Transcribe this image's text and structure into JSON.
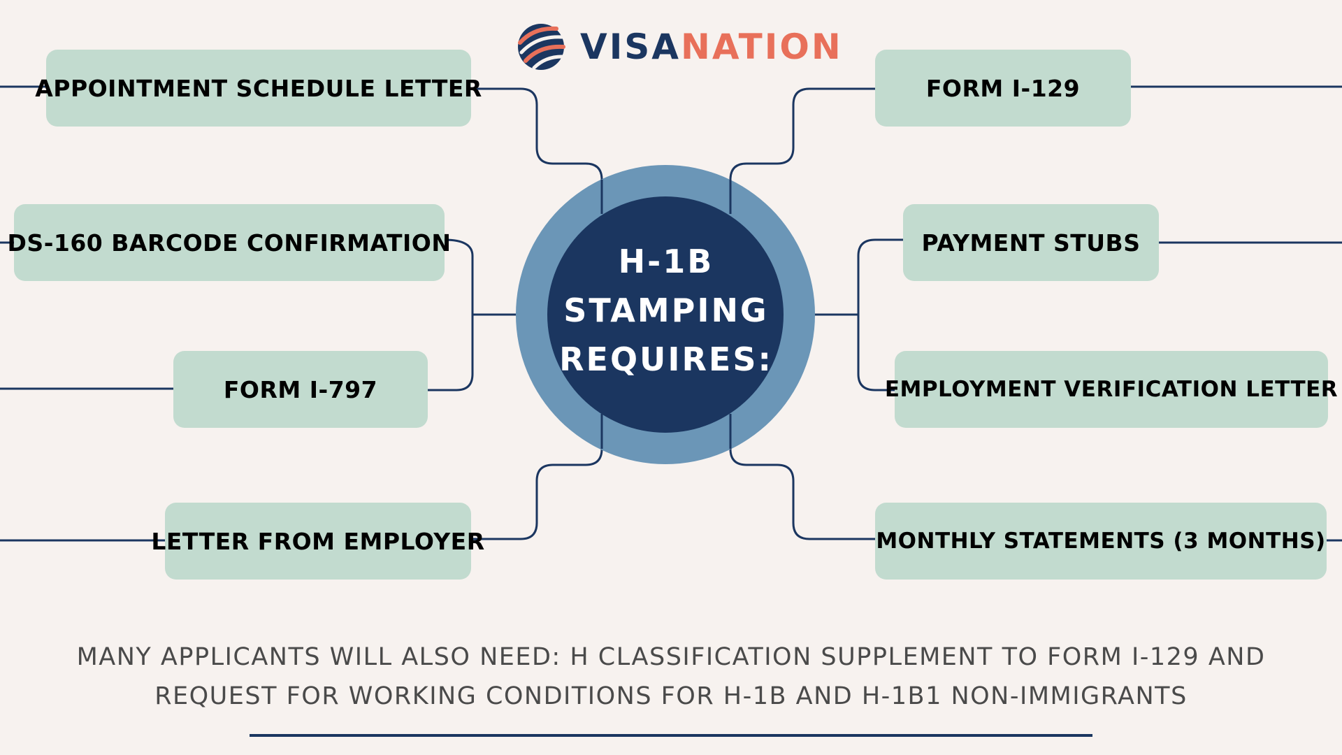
{
  "logo": {
    "text_primary": "VISA",
    "text_accent": "NATION",
    "icon": "visanation-globe-icon",
    "colors": {
      "primary": "#1b3660",
      "accent": "#e8705a"
    }
  },
  "center": {
    "lines": [
      "H-1B",
      "STAMPING",
      "REQUIRES:"
    ],
    "colors": {
      "outer_ring": "#6b96b7",
      "inner_circle": "#1b3660",
      "text": "#ffffff"
    }
  },
  "requirements_left": [
    "APPOINTMENT SCHEDULE LETTER",
    "DS-160 BARCODE CONFIRMATION",
    "FORM I-797",
    "LETTER FROM EMPLOYER"
  ],
  "requirements_right": [
    "FORM I-129",
    "PAYMENT STUBS",
    "EMPLOYMENT VERIFICATION LETTER",
    "MONTHLY STATEMENTS (3 MONTHS)"
  ],
  "footer": {
    "lines": [
      "MANY APPLICANTS WILL ALSO NEED: H CLASSIFICATION SUPPLEMENT TO FORM I-129 AND",
      "REQUEST FOR WORKING CONDITIONS FOR H-1B AND H-1B1 NON-IMMIGRANTS"
    ]
  },
  "colors": {
    "background": "#f7f2ef",
    "box_fill": "#c2dbcf",
    "connector": "#1b3660"
  }
}
